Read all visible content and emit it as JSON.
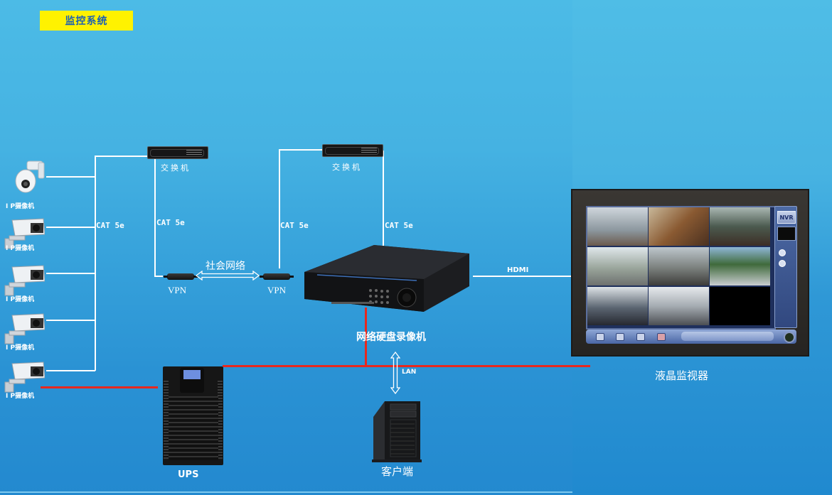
{
  "title": "监控系统",
  "colors": {
    "background": "#2f98d6",
    "title_box": "#fff200",
    "title_text": "#1a5fb4",
    "wire": "#ffffff",
    "power_line": "#e8281e"
  },
  "cameras": [
    {
      "label": "I P摄像机",
      "type": "dome-camera-icon"
    },
    {
      "label": "I P摄像机",
      "type": "bullet-camera-icon"
    },
    {
      "label": "I P摄像机",
      "type": "bullet-camera-icon"
    },
    {
      "label": "I P摄像机",
      "type": "bullet-camera-icon"
    },
    {
      "label": "I P摄像机",
      "type": "bullet-camera-icon"
    }
  ],
  "switches": [
    {
      "label": "交换机"
    },
    {
      "label": "交换机"
    }
  ],
  "cables": {
    "cat_cameras": "CAT 5e",
    "cat_switch1": "CAT 5e",
    "cat_vpn2": "CAT 5e",
    "cat_switch2": "CAT 5e",
    "hdmi": "HDMI",
    "lan": "LAN"
  },
  "vpn": [
    {
      "label": "VPN"
    },
    {
      "label": "VPN"
    }
  ],
  "internet": {
    "label": "社会网络"
  },
  "nvr": {
    "label": "网络硬盘录像机"
  },
  "monitor": {
    "label": "液晶监视器",
    "screen_badge": "NVR"
  },
  "ups": {
    "label": "UPS"
  },
  "client": {
    "label": "客户端"
  }
}
